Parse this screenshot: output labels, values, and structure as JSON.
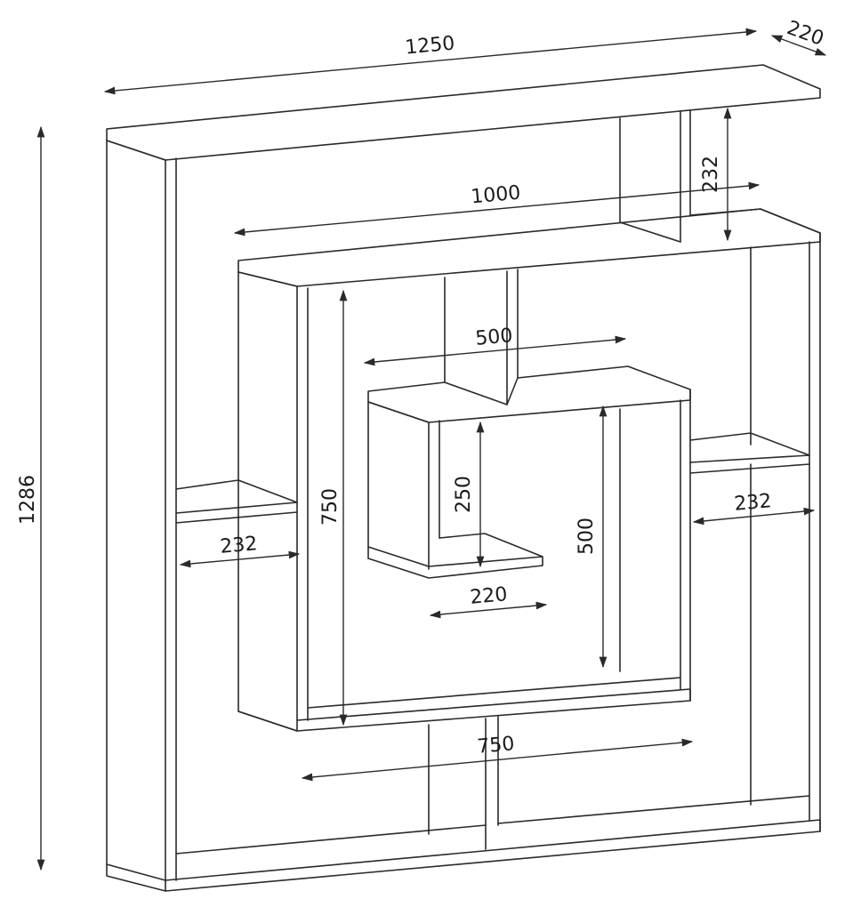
{
  "diagram": {
    "ink_color": "#2a2a2a",
    "background": "#ffffff",
    "dimensions": {
      "overall_width": "1250",
      "depth": "220",
      "overall_height": "1286",
      "top_right_compartment_height": "232",
      "inner_frame_width": "1000",
      "center_frame_width": "500",
      "inner_frame_height": "750",
      "left_shelf_width": "232",
      "right_shelf_width": "232",
      "small_box_height": "250",
      "small_box_width": "220",
      "center_box_height": "500",
      "bottom_span_width": "750"
    }
  }
}
